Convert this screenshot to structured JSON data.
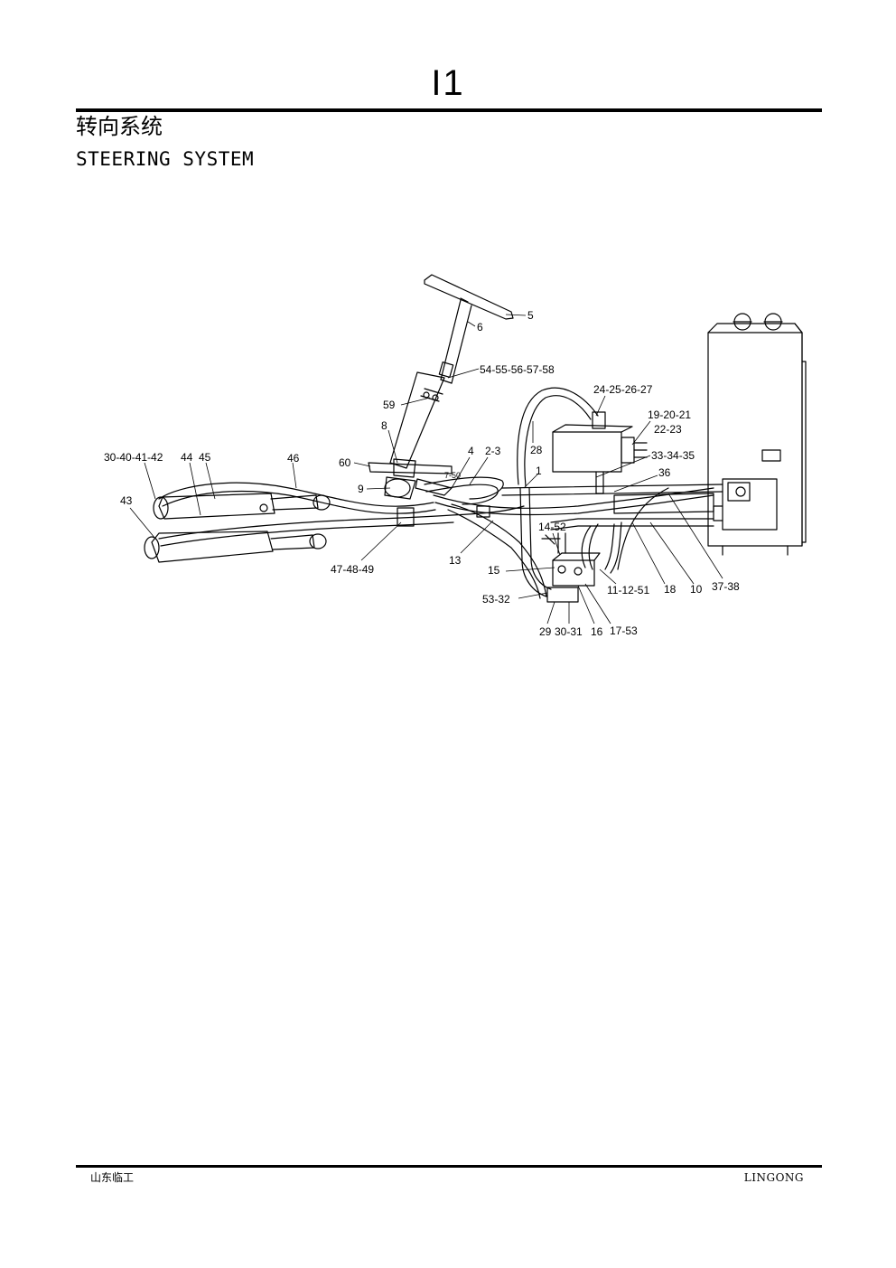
{
  "page_number": "I1",
  "title_cn": "转向系统",
  "title_en": "STEERING SYSTEM",
  "callouts": {
    "c5": "5",
    "c6": "6",
    "c54": "54-55-56-57-58",
    "c24": "24-25-26-27",
    "c59": "59",
    "c19": "19-20-21",
    "c22": "22-23",
    "c8": "8",
    "c28": "28",
    "c30a": "30-40-41-42",
    "c44": "44",
    "c45": "45",
    "c46": "46",
    "c4": "4",
    "c2": "2-3",
    "c33": "33-34-35",
    "c60": "60",
    "c1": "1",
    "c36": "36",
    "c7": "7-50",
    "c9": "9",
    "c43": "43",
    "c14": "14-52",
    "c13": "13",
    "c47": "47-48-49",
    "c15": "15",
    "c11": "11-12-51",
    "c18": "18",
    "c10": "10",
    "c37": "37-38",
    "c53": "53-32",
    "c29": "29",
    "c30b": "30-31",
    "c16": "16",
    "c17": "17-53"
  },
  "footer_left": "山东临工",
  "footer_right": "LINGONG"
}
